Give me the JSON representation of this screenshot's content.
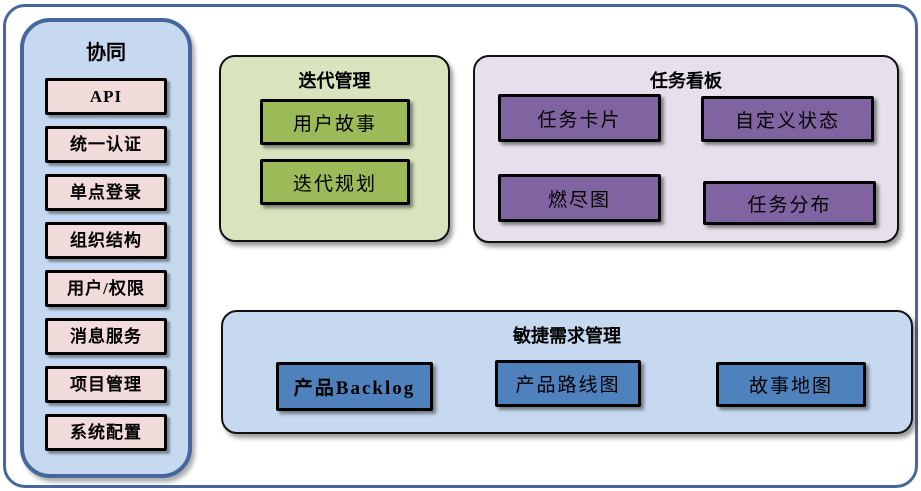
{
  "colors": {
    "frame_border": "#44689d",
    "sidebar_fill": "#c6d9f1",
    "sidebar_item_fill": "#f2dcdb",
    "iteration_panel_fill": "#d7e4bd",
    "iteration_box_fill": "#9bbb59",
    "taskboard_panel_fill": "#e6e0ec",
    "taskboard_box_fill": "#8064a2",
    "requirements_panel_fill": "#c6d9f1",
    "requirements_box_fill": "#4f81bd",
    "box_border": "#000000",
    "text": "#000000"
  },
  "sidebar": {
    "title": "协同",
    "items": [
      "API",
      "统一认证",
      "单点登录",
      "组织结构",
      "用户/权限",
      "消息服务",
      "项目管理",
      "系统配置"
    ]
  },
  "panels": {
    "iteration": {
      "title": "迭代管理",
      "boxes": [
        "用户故事",
        "迭代规划"
      ]
    },
    "taskboard": {
      "title": "任务看板",
      "boxes": [
        "任务卡片",
        "自定义状态",
        "燃尽图",
        "任务分布"
      ]
    },
    "requirements": {
      "title": "敏捷需求管理",
      "boxes": [
        "产品Backlog",
        "产品路线图",
        "故事地图"
      ]
    }
  }
}
